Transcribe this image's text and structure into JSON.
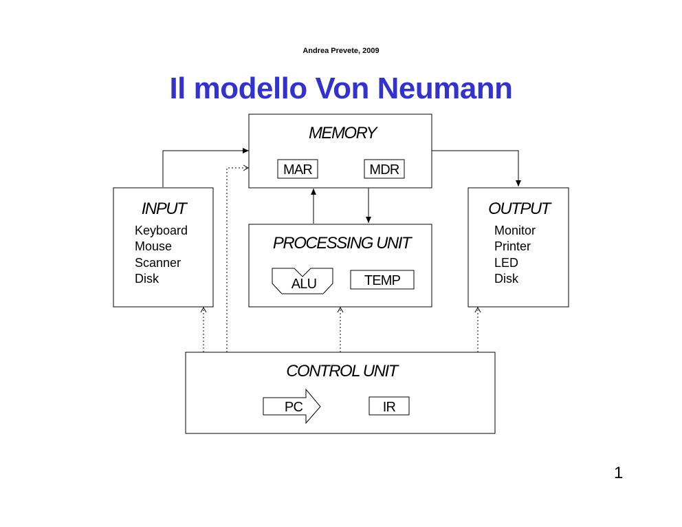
{
  "header": {
    "author": "Andrea Prevete, 2009",
    "title": "Il modello Von Neumann"
  },
  "diagram": {
    "memory": {
      "title": "MEMORY",
      "registers": [
        "MAR",
        "MDR"
      ]
    },
    "input": {
      "title": "INPUT",
      "items": [
        "Keyboard",
        "Mouse",
        "Scanner",
        "Disk"
      ]
    },
    "output": {
      "title": "OUTPUT",
      "items": [
        "Monitor",
        "Printer",
        "LED",
        "Disk"
      ]
    },
    "processing_unit": {
      "title": "PROCESSING UNIT",
      "alu": "ALU",
      "temp": "TEMP"
    },
    "control_unit": {
      "title": "CONTROL UNIT",
      "pc": "PC",
      "ir": "IR"
    }
  },
  "footer": {
    "page_number": "1"
  },
  "colors": {
    "title": "#3333cc",
    "ink": "#000000"
  }
}
